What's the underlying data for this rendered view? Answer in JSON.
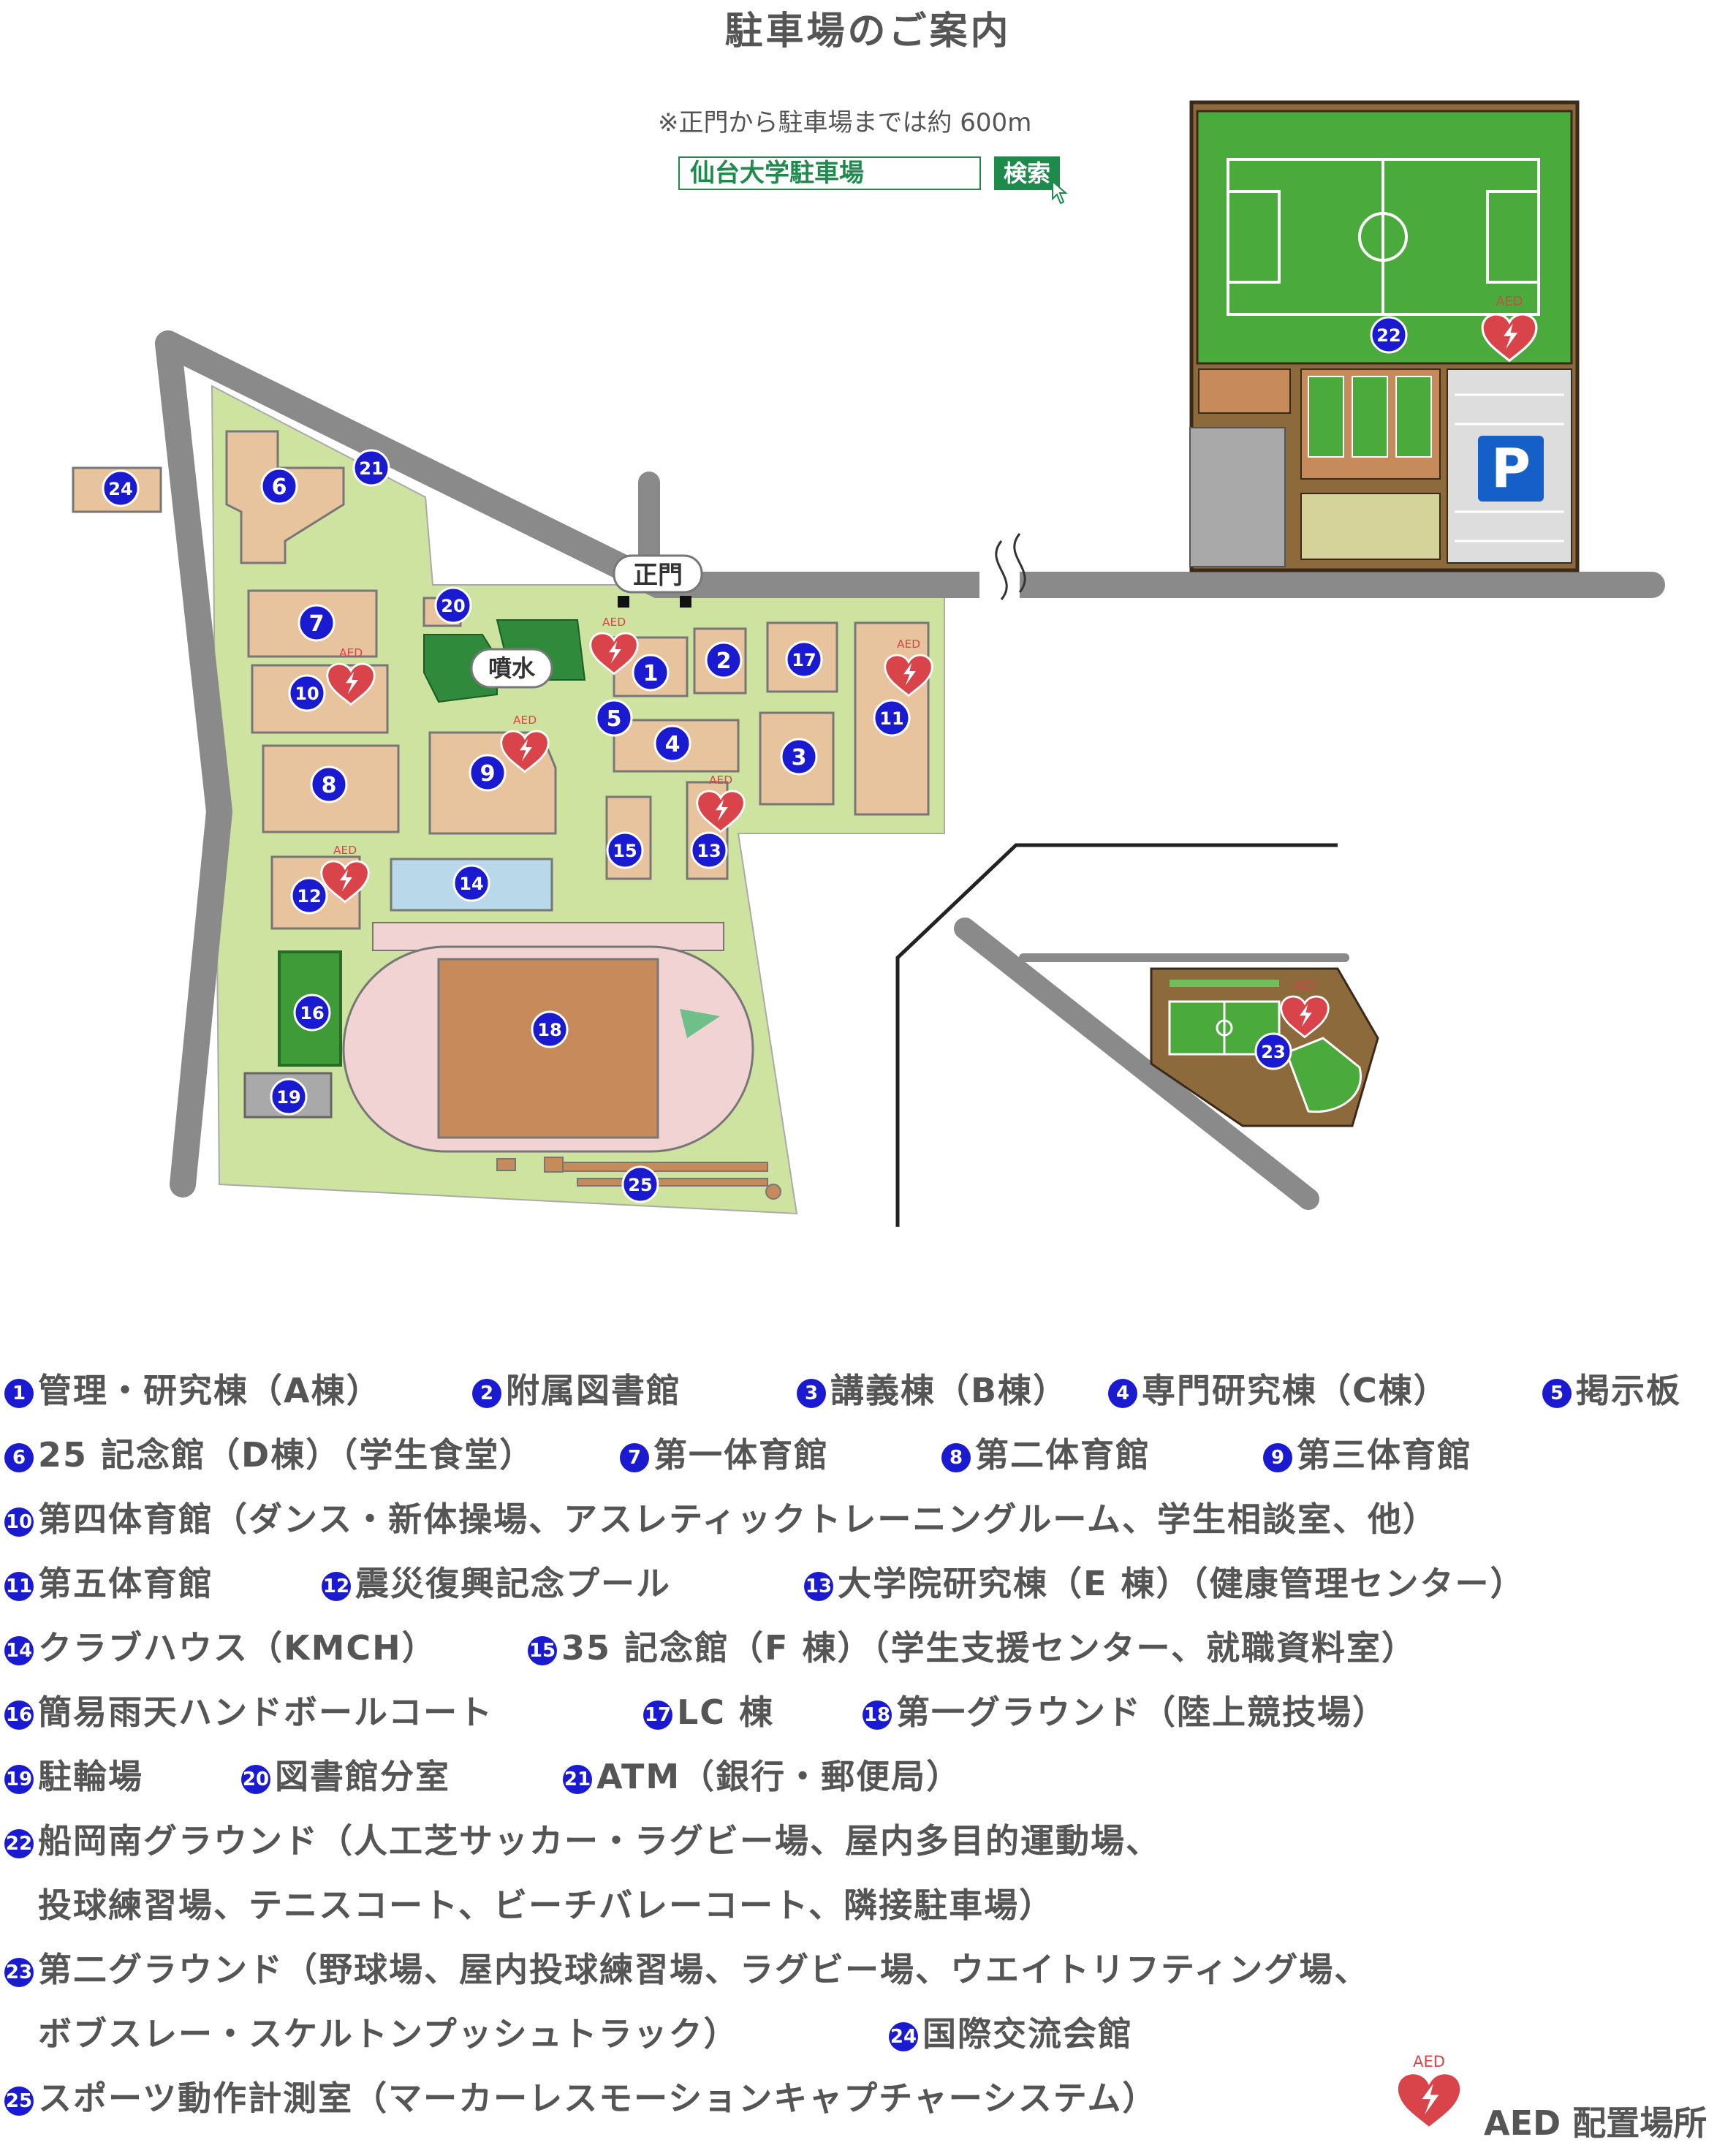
{
  "page": {
    "title": "駐車場のご案内",
    "note": "※正門から駐車場までは約 600m"
  },
  "search": {
    "value": "仙台大学駐車場",
    "button_label": "検索"
  },
  "map": {
    "labels": {
      "main_gate": "正門",
      "fountain": "噴水",
      "aed": "AED",
      "parking": "P"
    },
    "markers": [
      "1",
      "2",
      "3",
      "4",
      "5",
      "6",
      "7",
      "8",
      "9",
      "10",
      "11",
      "12",
      "13",
      "14",
      "15",
      "16",
      "17",
      "18",
      "19",
      "20",
      "21",
      "22",
      "23",
      "24",
      "25"
    ]
  },
  "legend": {
    "items": [
      {
        "num": "1",
        "label": "管理・研究棟（A棟）"
      },
      {
        "num": "2",
        "label": "附属図書館"
      },
      {
        "num": "3",
        "label": "講義棟（B棟）"
      },
      {
        "num": "4",
        "label": "専門研究棟（C棟）"
      },
      {
        "num": "5",
        "label": "掲示板"
      },
      {
        "num": "6",
        "label": "25 記念館（D棟）（学生食堂）"
      },
      {
        "num": "7",
        "label": "第一体育館"
      },
      {
        "num": "8",
        "label": "第二体育館"
      },
      {
        "num": "9",
        "label": "第三体育館"
      },
      {
        "num": "10",
        "label": "第四体育館（ダンス・新体操場、アスレティックトレーニングルーム、学生相談室、他）"
      },
      {
        "num": "11",
        "label": "第五体育館"
      },
      {
        "num": "12",
        "label": "震災復興記念プール"
      },
      {
        "num": "13",
        "label": "大学院研究棟（E 棟）（健康管理センター）"
      },
      {
        "num": "14",
        "label": "クラブハウス（KMCH）"
      },
      {
        "num": "15",
        "label": "35 記念館（F 棟）（学生支援センター、就職資料室）"
      },
      {
        "num": "16",
        "label": "簡易雨天ハンドボールコート"
      },
      {
        "num": "17",
        "label": "LC 棟"
      },
      {
        "num": "18",
        "label": "第一グラウンド（陸上競技場）"
      },
      {
        "num": "19",
        "label": "駐輪場"
      },
      {
        "num": "20",
        "label": "図書館分室"
      },
      {
        "num": "21",
        "label": "ATM（銀行・郵便局）"
      },
      {
        "num": "22",
        "label": "船岡南グラウンド（人工芝サッカー・ラグビー場、屋内多目的運動場、"
      },
      {
        "num": "",
        "label": "投球練習場、テニスコート、ビーチバレーコート、隣接駐車場）"
      },
      {
        "num": "23",
        "label": "第二グラウンド（野球場、屋内投球練習場、ラグビー場、ウエイトリフティング場、"
      },
      {
        "num": "",
        "label": "ボブスレー・スケルトンプッシュトラック）"
      },
      {
        "num": "24",
        "label": "国際交流会館"
      },
      {
        "num": "25",
        "label": "スポーツ動作計測室（マーカーレスモーションキャプチャーシステム）"
      }
    ],
    "aed_label": "AED 配置場所"
  },
  "colors": {
    "campus_green": "#cfe3a0",
    "building": "#e8c49e",
    "road": "#8a8a8a",
    "marker": "#1a1ad0",
    "aed_red": "#d9434a",
    "field_green": "#4aab3c",
    "track_pink": "#f2d3d3",
    "ground_brown": "#c78a5a",
    "search_green": "#1e8a4c",
    "text_gray": "#555555"
  }
}
